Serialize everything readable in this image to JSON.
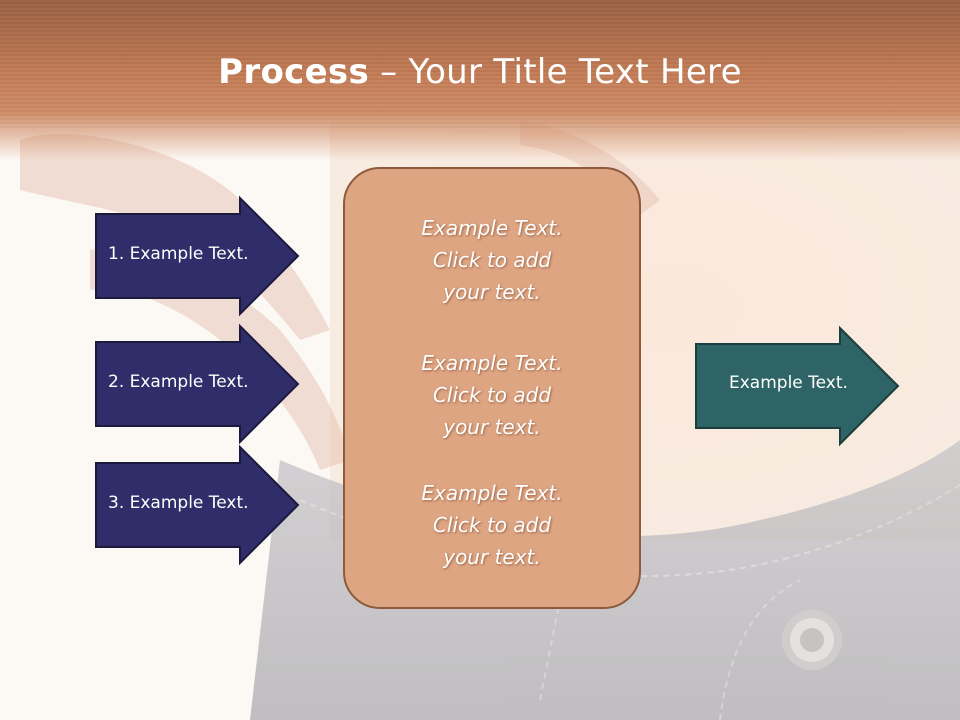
{
  "title": {
    "bold": "Process",
    "rest": " – Your Title Text Here"
  },
  "left_arrows": [
    {
      "label": "1. Example Text."
    },
    {
      "label": "2. Example Text."
    },
    {
      "label": "3. Example Text."
    }
  ],
  "center_box": {
    "blocks": [
      {
        "lines": [
          "Example Text.",
          "Click  to add",
          "your text."
        ]
      },
      {
        "lines": [
          "Example Text.",
          "Click  to add",
          "your text."
        ]
      },
      {
        "lines": [
          "Example Text.",
          "Click  to add",
          "your text."
        ]
      }
    ]
  },
  "right_arrow": {
    "label": "Example Text."
  },
  "colors": {
    "title_band": "#c27b55",
    "left_arrow_fill": "#2f2e6a",
    "center_box_fill": "#dea583",
    "center_box_border": "#8c5a3c",
    "right_arrow_fill": "#2e6466"
  },
  "background": {
    "icons": [
      "hand-photo",
      "jeans-photo",
      "button-rivet-icon"
    ]
  }
}
